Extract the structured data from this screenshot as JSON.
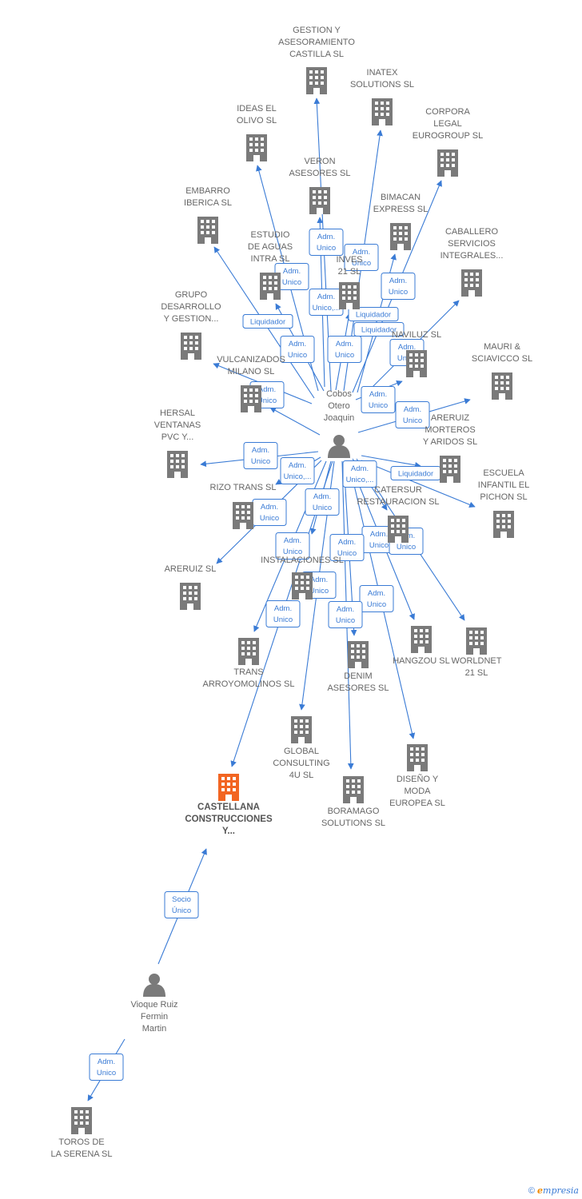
{
  "colors": {
    "edge": "#3a7bd5",
    "company": "#7a7a7a",
    "focus": "#f26522",
    "person": "#7a7a7a",
    "text": "#666666"
  },
  "companies": [
    {
      "id": "gestion",
      "lines": [
        "GESTION Y",
        "ASESORAMIENTO",
        "CASTILLA  SL"
      ]
    },
    {
      "id": "inatex",
      "lines": [
        "INATEX",
        "SOLUTIONS SL"
      ]
    },
    {
      "id": "ideas",
      "lines": [
        "IDEAS EL",
        "OLIVO SL"
      ]
    },
    {
      "id": "corpora",
      "lines": [
        "CORPORA",
        "LEGAL",
        "EUROGROUP SL"
      ]
    },
    {
      "id": "veron",
      "lines": [
        "VERON",
        "ASESORES SL"
      ]
    },
    {
      "id": "embarro",
      "lines": [
        "EMBARRO",
        "IBERICA SL"
      ]
    },
    {
      "id": "bimacan",
      "lines": [
        "BIMACAN",
        "EXPRESS SL"
      ]
    },
    {
      "id": "estudio",
      "lines": [
        "ESTUDIO",
        "DE AGUAS",
        "INTRA  SL"
      ]
    },
    {
      "id": "inves",
      "lines": [
        "INVES",
        "21 SL"
      ]
    },
    {
      "id": "caballero",
      "lines": [
        "CABALLERO",
        "SERVICIOS",
        "INTEGRALES..."
      ]
    },
    {
      "id": "grupo",
      "lines": [
        "GRUPO",
        "DESARROLLO",
        "Y GESTION..."
      ]
    },
    {
      "id": "naviluz",
      "lines": [
        "NAVILUZ SL"
      ]
    },
    {
      "id": "mauri",
      "lines": [
        "MAURI &",
        "SCIAVICCO SL"
      ]
    },
    {
      "id": "vulcanizados",
      "lines": [
        "VULCANIZADOS",
        "MILANO SL"
      ]
    },
    {
      "id": "hersal",
      "lines": [
        "HERSAL",
        "VENTANAS",
        "PVC Y..."
      ]
    },
    {
      "id": "areruizm",
      "lines": [
        "ARERUIZ",
        "MORTEROS",
        "Y ARIDOS SL"
      ]
    },
    {
      "id": "escuela",
      "lines": [
        "ESCUELA",
        "INFANTIL EL",
        "PICHON SL"
      ]
    },
    {
      "id": "rizo",
      "lines": [
        "RIZO TRANS SL"
      ]
    },
    {
      "id": "catersur",
      "lines": [
        "CATERSUR",
        "RESTAURACION SL"
      ]
    },
    {
      "id": "areruiz",
      "lines": [
        "ARERUIZ SL"
      ]
    },
    {
      "id": "instalaciones",
      "lines": [
        "INSTALACIONES SL"
      ]
    },
    {
      "id": "hangzou",
      "lines": [
        "HANGZOU SL"
      ]
    },
    {
      "id": "worldnet",
      "lines": [
        "WORLDNET",
        "21 SL"
      ]
    },
    {
      "id": "trans",
      "lines": [
        "TRANS",
        "ARROYOMOLINOS SL"
      ]
    },
    {
      "id": "denim",
      "lines": [
        "DENIM",
        "ASESORES SL"
      ]
    },
    {
      "id": "global",
      "lines": [
        "GLOBAL",
        "CONSULTING",
        "4U SL"
      ]
    },
    {
      "id": "diseno",
      "lines": [
        "DISEÑO Y",
        "MODA",
        "EUROPEA SL"
      ]
    },
    {
      "id": "castellana",
      "lines": [
        "CASTELLANA",
        "CONSTRUCCIONES",
        "Y..."
      ],
      "focus": true
    },
    {
      "id": "boramago",
      "lines": [
        "BORAMAGO",
        "SOLUTIONS SL"
      ]
    },
    {
      "id": "toros",
      "lines": [
        "TOROS DE",
        "LA SERENA SL"
      ]
    }
  ],
  "persons": [
    {
      "id": "cobos",
      "lines": [
        "Cobos",
        "Otero",
        "Joaquin"
      ]
    },
    {
      "id": "vioque",
      "lines": [
        "Vioque Ruiz",
        "Fermin",
        "Martin"
      ]
    }
  ],
  "relations": [
    {
      "from": "cobos",
      "to": "gestion",
      "lines": [
        "Adm.",
        "Unico"
      ]
    },
    {
      "from": "cobos",
      "to": "inatex",
      "lines": [
        "Adm.",
        "Unico"
      ]
    },
    {
      "from": "cobos",
      "to": "ideas",
      "lines": [
        "Adm.",
        "Unico"
      ]
    },
    {
      "from": "cobos",
      "to": "corpora",
      "lines": [
        "Adm.",
        "Unico"
      ]
    },
    {
      "from": "cobos",
      "to": "veron",
      "lines": [
        "Adm.",
        "Unico,..."
      ]
    },
    {
      "from": "cobos",
      "to": "embarro",
      "lines": [
        "Liquidador"
      ]
    },
    {
      "from": "cobos",
      "to": "bimacan",
      "lines": [
        "Liquidador"
      ]
    },
    {
      "from": "cobos",
      "to": "estudio",
      "lines": [
        "Adm.",
        "Unico"
      ]
    },
    {
      "from": "cobos",
      "to": "inves",
      "lines": [
        "Adm.",
        "Unico"
      ]
    },
    {
      "from": "cobos",
      "to": "caballero",
      "lines": [
        "Liquidador"
      ]
    },
    {
      "from": "cobos",
      "to": "grupo",
      "lines": [
        "Liquidador"
      ]
    },
    {
      "from": "cobos",
      "to": "naviluz",
      "lines": [
        "Adm.",
        "Unico"
      ]
    },
    {
      "from": "cobos",
      "to": "mauri",
      "lines": [
        "Adm.",
        "Unico"
      ]
    },
    {
      "from": "cobos",
      "to": "vulcanizados",
      "lines": [
        "Adm.",
        "Unico"
      ]
    },
    {
      "from": "cobos",
      "to": "hersal",
      "lines": [
        "Adm.",
        "Unico"
      ]
    },
    {
      "from": "cobos",
      "to": "areruizm",
      "lines": [
        "Adm.",
        "Unico"
      ]
    },
    {
      "from": "cobos",
      "to": "escuela",
      "lines": [
        "Liquidador"
      ]
    },
    {
      "from": "cobos",
      "to": "rizo",
      "lines": [
        "Adm.",
        "Unico"
      ]
    },
    {
      "from": "cobos",
      "to": "catersur",
      "lines": [
        "Adm.",
        "Unico,..."
      ]
    },
    {
      "from": "cobos",
      "to": "areruiz",
      "lines": [
        "Adm.",
        "Unico"
      ]
    },
    {
      "from": "cobos",
      "to": "instalaciones",
      "lines": [
        "Adm.",
        "Unico"
      ]
    },
    {
      "from": "cobos",
      "to": "hangzou",
      "lines": [
        "Adm.",
        "Unico"
      ]
    },
    {
      "from": "cobos",
      "to": "worldnet",
      "lines": [
        "Adm.",
        "Unico"
      ]
    },
    {
      "from": "cobos",
      "to": "trans",
      "lines": [
        "Adm.",
        "Unico"
      ]
    },
    {
      "from": "cobos",
      "to": "denim",
      "lines": [
        "Adm.",
        "Unico"
      ]
    },
    {
      "from": "cobos",
      "to": "global",
      "lines": [
        "Adm.",
        "Unico"
      ]
    },
    {
      "from": "cobos",
      "to": "diseno",
      "lines": [
        "Adm.",
        "Unico"
      ]
    },
    {
      "from": "cobos",
      "to": "castellana",
      "lines": [
        "Adm.",
        "Unico"
      ]
    },
    {
      "from": "cobos",
      "to": "boramago",
      "lines": [
        "Adm.",
        "Unico,..."
      ]
    },
    {
      "from": "vioque",
      "to": "castellana",
      "lines": [
        "Socio",
        "Único"
      ]
    },
    {
      "from": "vioque",
      "to": "toros",
      "lines": [
        "Adm.",
        "Unico"
      ]
    }
  ],
  "footer": {
    "copyright": "©",
    "brand_initial": "e",
    "brand_rest": "mpresia"
  }
}
